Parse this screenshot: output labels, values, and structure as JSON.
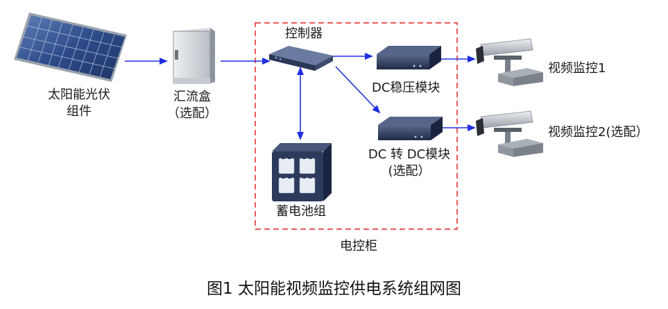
{
  "nodes": {
    "solar_panel": {
      "line1": "太阳能光伏",
      "line2": "组件"
    },
    "combiner_box": {
      "line1": "汇流盒",
      "line2": "（选配）"
    },
    "controller": {
      "label": "控制器"
    },
    "dc_regulator": {
      "label": "DC稳压模块"
    },
    "dc_dc_module": {
      "line1": "DC 转 DC模块",
      "line2": "(选配）"
    },
    "battery": {
      "label": "蓄电池组"
    },
    "camera1": {
      "label": "视频监控1"
    },
    "camera2": {
      "label": "视频监控2(选配）"
    }
  },
  "cabinet": {
    "label": "电控柜"
  },
  "caption": "图1  太阳能视频监控供电系统组网图",
  "colors": {
    "arrow": "#1f2fe0",
    "dashed_border": "#e85a5a",
    "device_dark": "#2c3a5c"
  }
}
